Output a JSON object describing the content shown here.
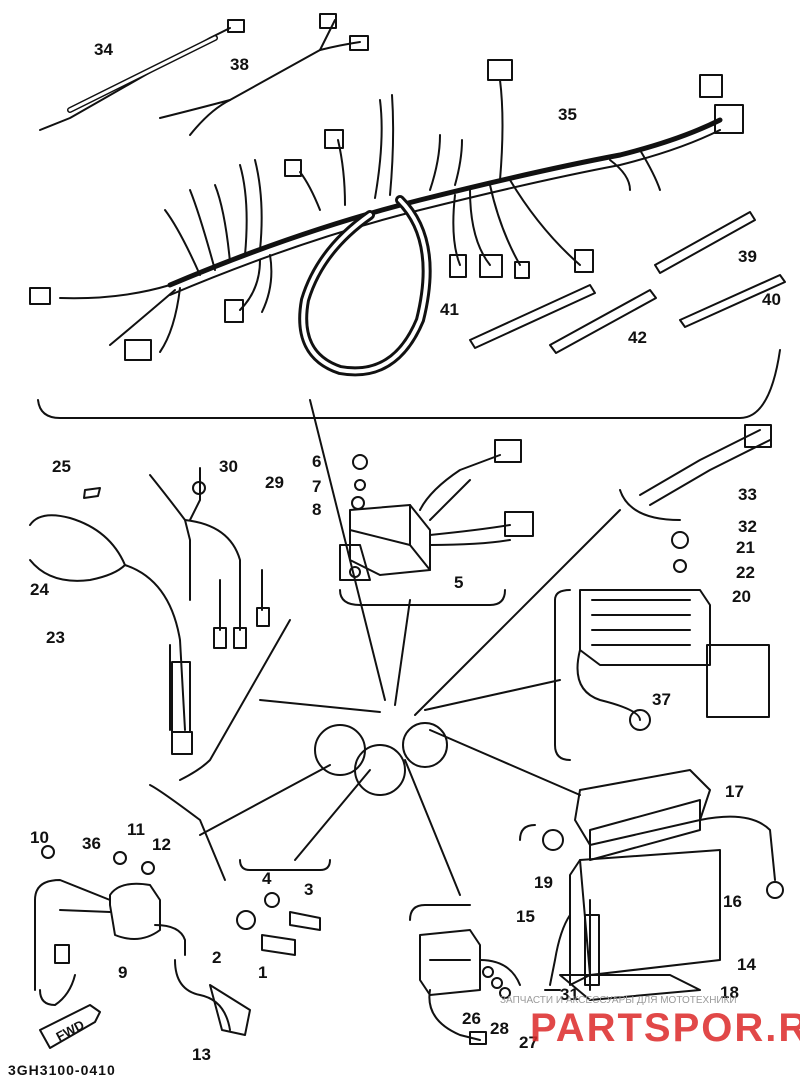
{
  "diagram": {
    "part_code": "3GH3100-0410",
    "fwd_label": "FWD",
    "watermark": {
      "line": "ЗАПЧАСТИ И АКСЕССУАРЫ ДЛЯ МОТОТЕХНИКИ",
      "brand": "PARTSPOR.RU"
    },
    "callouts": [
      "1",
      "2",
      "3",
      "4",
      "5",
      "6",
      "7",
      "8",
      "9",
      "10",
      "11",
      "12",
      "13",
      "14",
      "15",
      "16",
      "17",
      "18",
      "19",
      "20",
      "21",
      "22",
      "23",
      "24",
      "25",
      "26",
      "27",
      "28",
      "29",
      "30",
      "31",
      "32",
      "33",
      "34",
      "35",
      "36",
      "37",
      "38",
      "39",
      "40",
      "41",
      "42"
    ],
    "stroke_color": "#111111",
    "background": "#ffffff"
  }
}
